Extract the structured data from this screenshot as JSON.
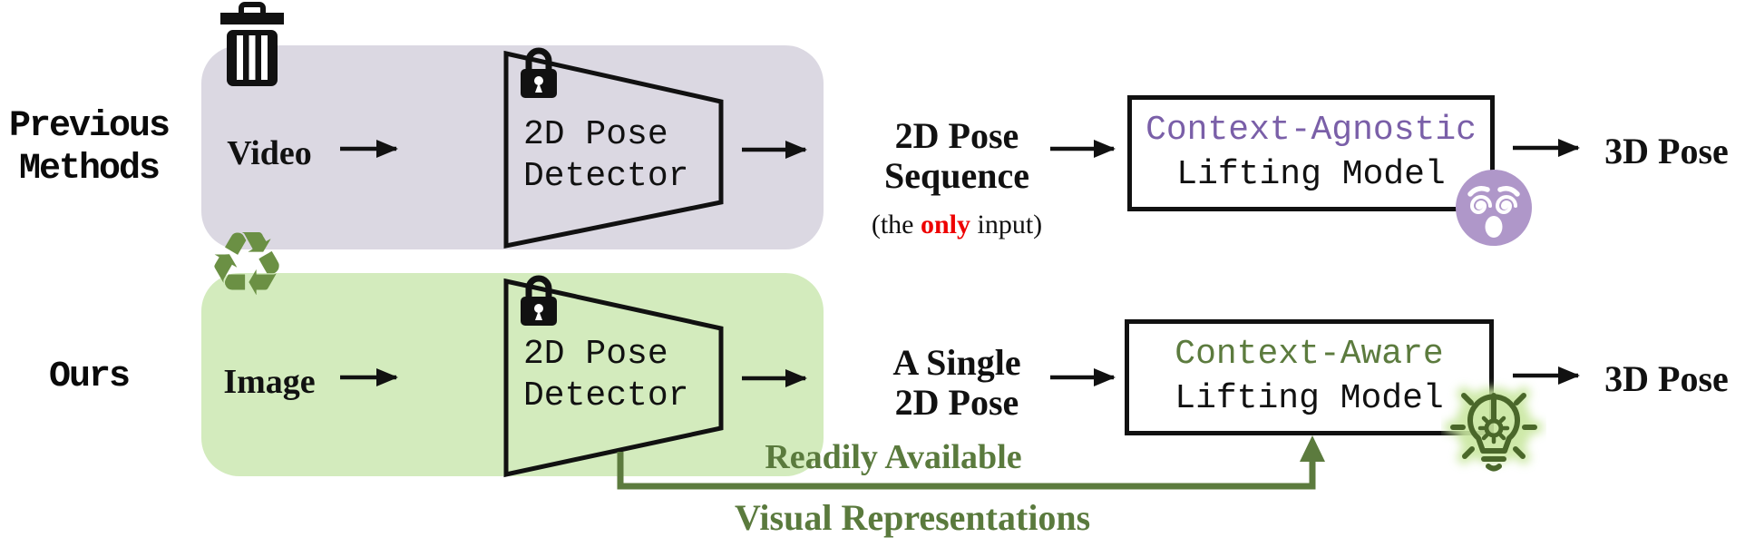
{
  "previous": {
    "label_line1": "Previous",
    "label_line2": "Methods",
    "input": "Video",
    "detector_line1": "2D Pose",
    "detector_line2": "Detector",
    "output_line1": "2D Pose",
    "output_line2": "Sequence",
    "note_prefix": "(the ",
    "note_emphasis": "only",
    "note_suffix": " input)",
    "model_line1": "Context-Agnostic",
    "model_line2": "Lifting Model",
    "result": "3D Pose"
  },
  "ours": {
    "label": "Ours",
    "input": "Image",
    "detector_line1": "2D Pose",
    "detector_line2": "Detector",
    "output_line1": "A Single",
    "output_line2": "2D Pose",
    "model_line1": "Context-Aware",
    "model_line2": "Lifting Model",
    "result": "3D Pose"
  },
  "connector": {
    "label_line1": "Readily Available",
    "label_line2": "Visual Representations"
  },
  "icons": {
    "trash": "trash-icon",
    "recycle_glyph": "♻",
    "lock": "lock-icon",
    "dizzy_face": "dizzy-face-icon",
    "lightbulb": "lightbulb-gear-icon"
  },
  "colors": {
    "previous_panel_fill": "#dbd8e2",
    "ours_panel_fill": "#d3ebbd",
    "previous_accent_text": "#7a5fa8",
    "ours_accent_text": "#5c7b3e",
    "emphasis_red": "#ee0000",
    "ink": "#111111",
    "recycle_green": "#6b9044",
    "emoji_purple": "#af97c9",
    "bulb_dark_green": "#4a672a",
    "bulb_glow_green": "#c9e7a0",
    "connector_green": "#5c7b3e",
    "green_note_text": "#5a7a3d"
  }
}
